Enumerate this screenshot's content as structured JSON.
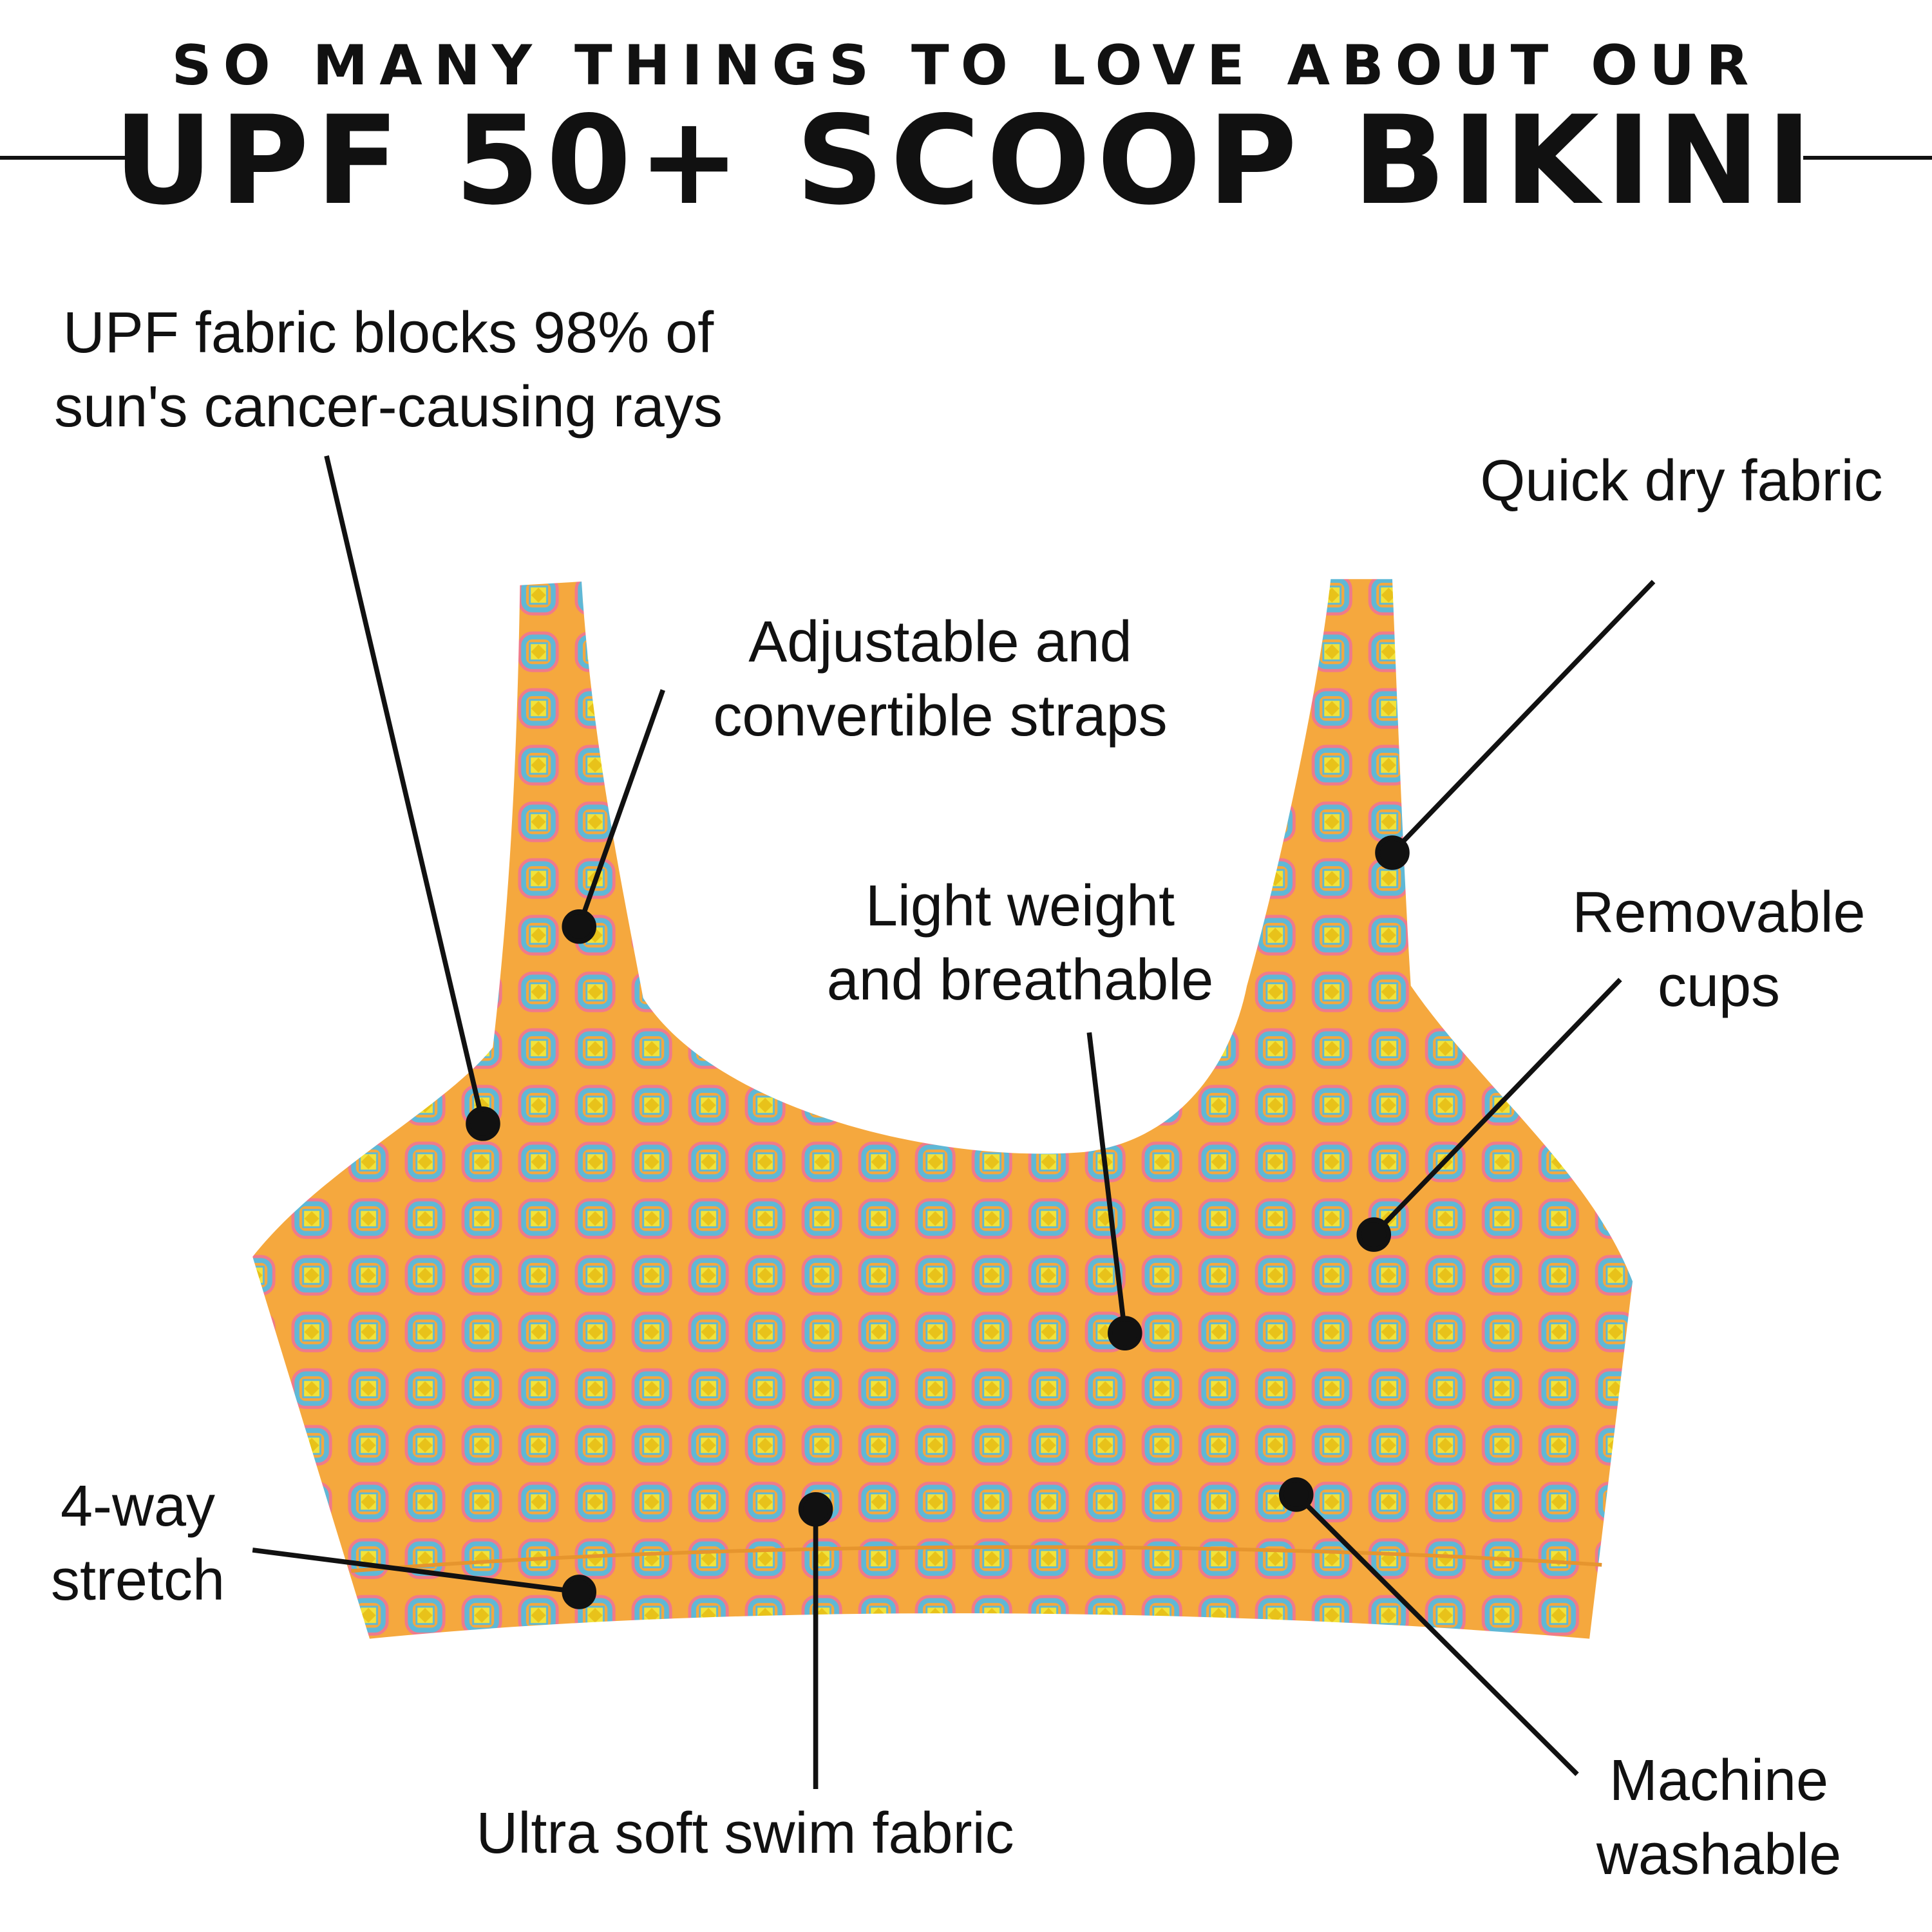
{
  "header": {
    "subtitle": "SO MANY THINGS TO LOVE ABOUT OUR",
    "title": "UPF 50+ SCOOP BIKINI"
  },
  "features": [
    {
      "line1": "UPF fabric blocks 98% of",
      "line2": "sun's cancer-causing rays"
    },
    {
      "line1": "Quick dry fabric",
      "line2": ""
    },
    {
      "line1": "Adjustable and",
      "line2": "convertible straps"
    },
    {
      "line1": "Light weight",
      "line2": "and breathable"
    },
    {
      "line1": "Removable",
      "line2": "cups"
    },
    {
      "line1": "4-way",
      "line2": "stretch"
    },
    {
      "line1": "Ultra soft swim fabric",
      "line2": ""
    },
    {
      "line1": "Machine",
      "line2": "washable"
    }
  ],
  "colors": {
    "fabric": "#f5a83e",
    "motif_blue": "#5fb8d6",
    "motif_pink": "#f07a8a",
    "motif_yellow": "#f2e23a",
    "ink": "#111111"
  }
}
